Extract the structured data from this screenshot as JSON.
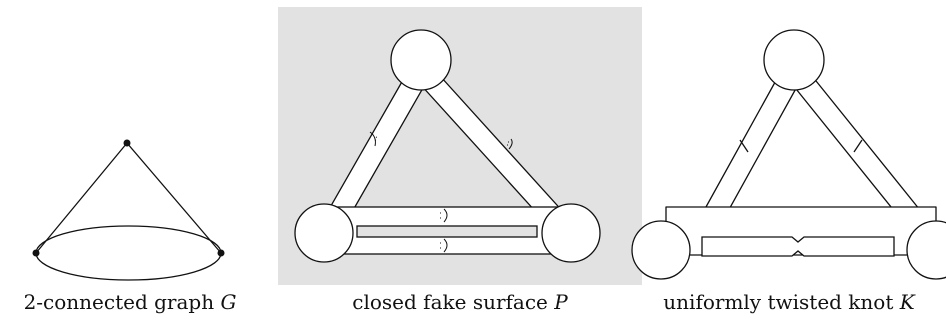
{
  "panels": [
    {
      "caption_text": "2-connected graph",
      "caption_symbol": "G"
    },
    {
      "caption_text": "closed fake surface",
      "caption_symbol": "P"
    },
    {
      "caption_text": "uniformly twisted knot",
      "caption_symbol": "K"
    }
  ],
  "colors": {
    "stroke": "#111111",
    "shaded_background": "#e2e2e2",
    "fill": "#ffffff"
  }
}
